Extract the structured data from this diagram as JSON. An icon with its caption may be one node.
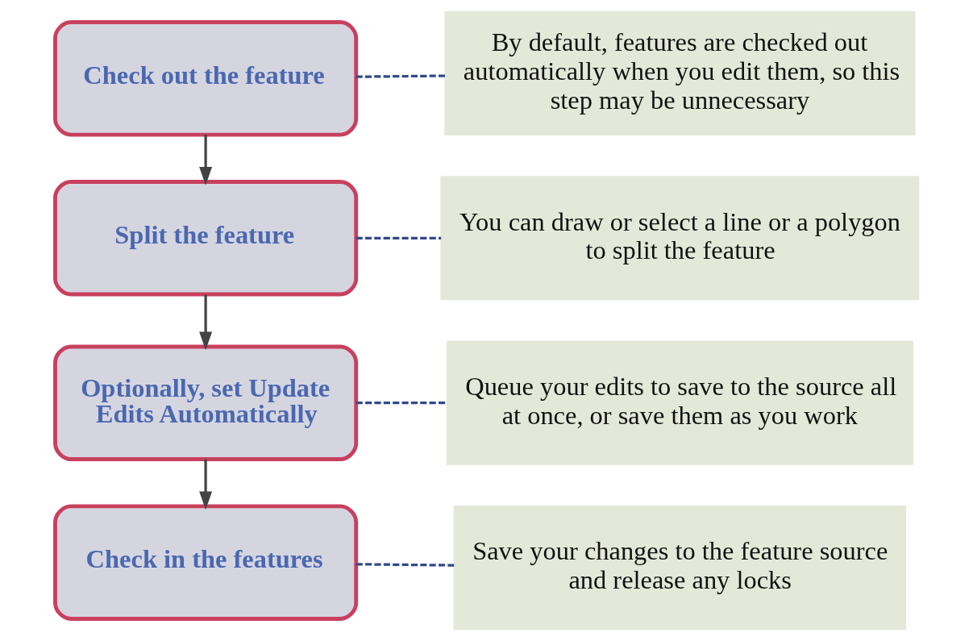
{
  "diagram": {
    "nodes": [
      {
        "text": [
          "Check out the feature"
        ]
      },
      {
        "text": [
          "Split the feature"
        ]
      },
      {
        "text": [
          "Optionally, set Update Edits Automatically"
        ]
      },
      {
        "text": [
          "Check in the features"
        ]
      },
      {
        "text": [
          "By default, features are checked out automatically when you edit them, so this step may be unnecessary"
        ]
      },
      {
        "text": [
          "You can draw or select a line or a polygon to split the feature"
        ]
      },
      {
        "text": [
          "Queue your edits to save to the source all at once, or save them as you work"
        ]
      },
      {
        "text": [
          "Save your changes to the feature source and release any locks"
        ]
      }
    ],
    "edges": [
      {
        "from": 0,
        "to": 1,
        "arrow": "to"
      },
      {
        "from": 1,
        "to": 2,
        "arrow": "to"
      },
      {
        "from": 2,
        "to": 3,
        "arrow": "to"
      },
      {
        "from": 0,
        "to": 4,
        "arrow": "none",
        "style": "dashed",
        "color": "#2e4a8a"
      },
      {
        "from": 1,
        "to": 5,
        "arrow": "none",
        "style": "dashed",
        "color": "#2e4a8a"
      },
      {
        "from": 2,
        "to": 6,
        "arrow": "none",
        "style": "dashed",
        "color": "#2e4a8a"
      },
      {
        "from": 3,
        "to": 7,
        "arrow": "none",
        "style": "dashed",
        "color": "#2e4a8a"
      }
    ]
  }
}
